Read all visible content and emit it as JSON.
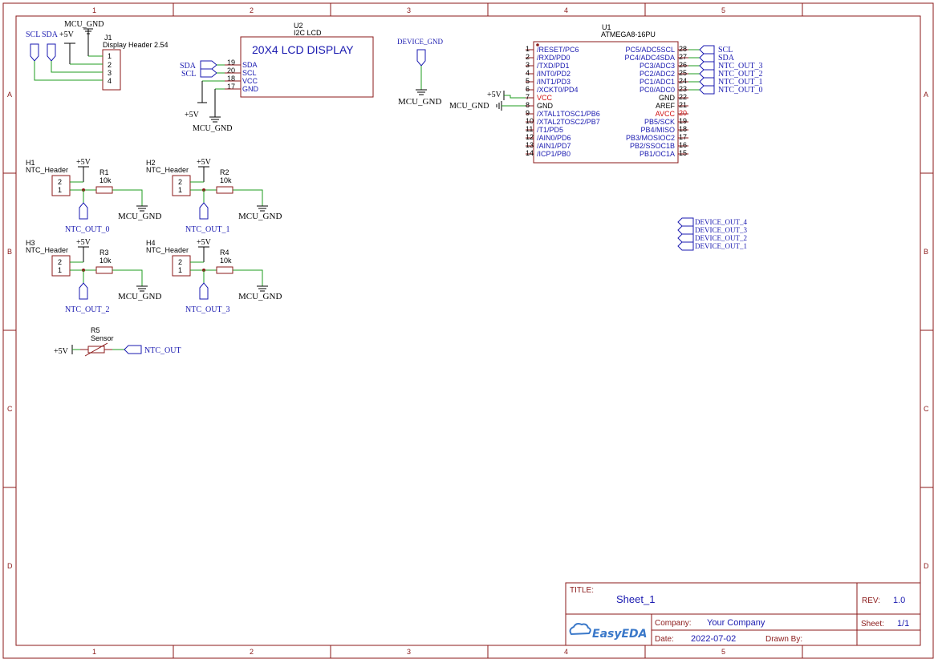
{
  "frame": {
    "cols": [
      "1",
      "2",
      "3",
      "4",
      "5"
    ],
    "rows": [
      "A",
      "B",
      "C",
      "D"
    ]
  },
  "j1": {
    "ref": "J1",
    "name": "Display Header 2.54",
    "pins": [
      "1",
      "2",
      "3",
      "4"
    ]
  },
  "u2": {
    "ref": "U2",
    "value": "I2C LCD",
    "title": "20X4 LCD DISPLAY",
    "pins": [
      {
        "num": "19",
        "name": "SDA"
      },
      {
        "num": "20",
        "name": "SCL"
      },
      {
        "num": "18",
        "name": "VCC"
      },
      {
        "num": "17",
        "name": "GND"
      }
    ]
  },
  "u1": {
    "ref": "U1",
    "value": "ATMEGA8-16PU",
    "left_pins": [
      {
        "num": "1",
        "name": "/RESET/PC6"
      },
      {
        "num": "2",
        "name": "/RXD/PD0"
      },
      {
        "num": "3",
        "name": "/TXD/PD1"
      },
      {
        "num": "4",
        "name": "/INT0/PD2"
      },
      {
        "num": "5",
        "name": "/INT1/PD3"
      },
      {
        "num": "6",
        "name": "/XCKT0/PD4"
      },
      {
        "num": "7",
        "name": "VCC"
      },
      {
        "num": "8",
        "name": "GND"
      },
      {
        "num": "9",
        "name": "/XTAL1TOSC1/PB6"
      },
      {
        "num": "10",
        "name": "/XTAL2TOSC2/PB7"
      },
      {
        "num": "11",
        "name": "/T1/PD5"
      },
      {
        "num": "12",
        "name": "/AIN0/PD6"
      },
      {
        "num": "13",
        "name": "/AIN1/PD7"
      },
      {
        "num": "14",
        "name": "/ICP1/PB0"
      }
    ],
    "right_pins": [
      {
        "num": "28",
        "name": "PC5/ADC5SCL"
      },
      {
        "num": "27",
        "name": "PC4/ADC4SDA"
      },
      {
        "num": "26",
        "name": "PC3/ADC3"
      },
      {
        "num": "25",
        "name": "PC2/ADC2"
      },
      {
        "num": "24",
        "name": "PC1/ADC1"
      },
      {
        "num": "23",
        "name": "PC0/ADC0"
      },
      {
        "num": "22",
        "name": "GND"
      },
      {
        "num": "21",
        "name": "AREF"
      },
      {
        "num": "20",
        "name": "AVCC"
      },
      {
        "num": "19",
        "name": "PB5/SCK"
      },
      {
        "num": "18",
        "name": "PB4/MISO"
      },
      {
        "num": "17",
        "name": "PB3/MOSIOC2"
      },
      {
        "num": "16",
        "name": "PB2/SSOC1B"
      },
      {
        "num": "15",
        "name": "PB1/OC1A"
      }
    ],
    "right_nets": [
      "SCL",
      "SDA",
      "NTC_OUT_3",
      "NTC_OUT_2",
      "NTC_OUT_1",
      "NTC_OUT_0"
    ]
  },
  "nets": {
    "mcu_gnd": "MCU_GND",
    "plus5v": "+5V",
    "scl": "SCL",
    "sda": "SDA",
    "device_gnd": "DEVICE_GND",
    "ntc_out": "NTC_OUT",
    "device_outs": [
      "DEVICE_OUT_4",
      "DEVICE_OUT_3",
      "DEVICE_OUT_2",
      "DEVICE_OUT_1"
    ]
  },
  "headers": [
    {
      "ref": "H1",
      "name": "NTC_Header",
      "res": "R1",
      "val": "10k",
      "net": "NTC_OUT_0"
    },
    {
      "ref": "H2",
      "name": "NTC_Header",
      "res": "R2",
      "val": "10k",
      "net": "NTC_OUT_1"
    },
    {
      "ref": "H3",
      "name": "NTC_Header",
      "res": "R3",
      "val": "10k",
      "net": "NTC_OUT_2"
    },
    {
      "ref": "H4",
      "name": "NTC_Header",
      "res": "R4",
      "val": "10k",
      "net": "NTC_OUT_3"
    }
  ],
  "hpins": [
    "2",
    "1"
  ],
  "r5": {
    "ref": "R5",
    "value": "Sensor"
  },
  "titleblock": {
    "title_label": "TITLE:",
    "title": "Sheet_1",
    "rev_label": "REV:",
    "rev": "1.0",
    "logo": "EasyEDA",
    "company_label": "Company:",
    "company": "Your Company",
    "sheet_label": "Sheet:",
    "sheet": "1/1",
    "date_label": "Date:",
    "date": "2022-07-02",
    "drawn_label": "Drawn By:",
    "drawn": ""
  }
}
